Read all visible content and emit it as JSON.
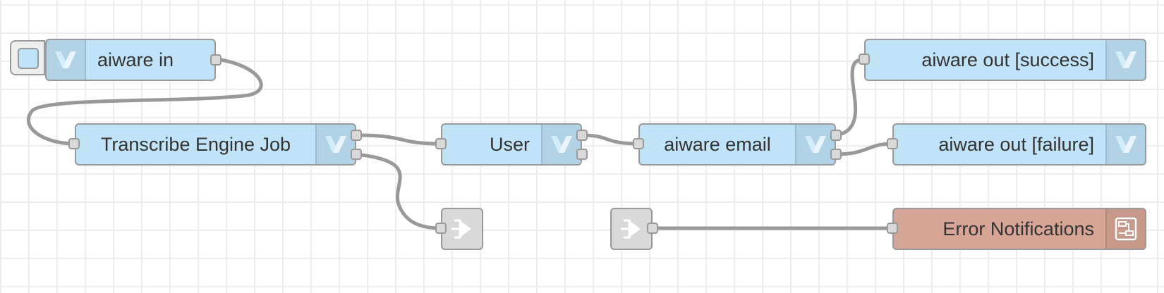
{
  "nodes": {
    "aiware_in": {
      "label": "aiware in",
      "icon": "veritone-logo-icon"
    },
    "transcribe": {
      "label": "Transcribe Engine Job",
      "icon": "veritone-logo-icon"
    },
    "user": {
      "label": "User",
      "icon": "veritone-logo-icon"
    },
    "email": {
      "label": "aiware email",
      "icon": "veritone-logo-icon"
    },
    "out_success": {
      "label": "aiware out [success]",
      "icon": "veritone-logo-icon"
    },
    "out_failure": {
      "label": "aiware out [failure]",
      "icon": "veritone-logo-icon"
    },
    "error_notifications": {
      "label": "Error Notifications",
      "icon": "subflow-icon"
    },
    "link_out": {
      "icon": "link-out-icon"
    },
    "link_in": {
      "icon": "link-in-icon"
    }
  },
  "colors": {
    "node_fill": "#c0e3f8",
    "error_fill": "#d6a595",
    "link_fill": "#d9d9d9",
    "wire": "#999999",
    "grid": "#eeeeee"
  }
}
